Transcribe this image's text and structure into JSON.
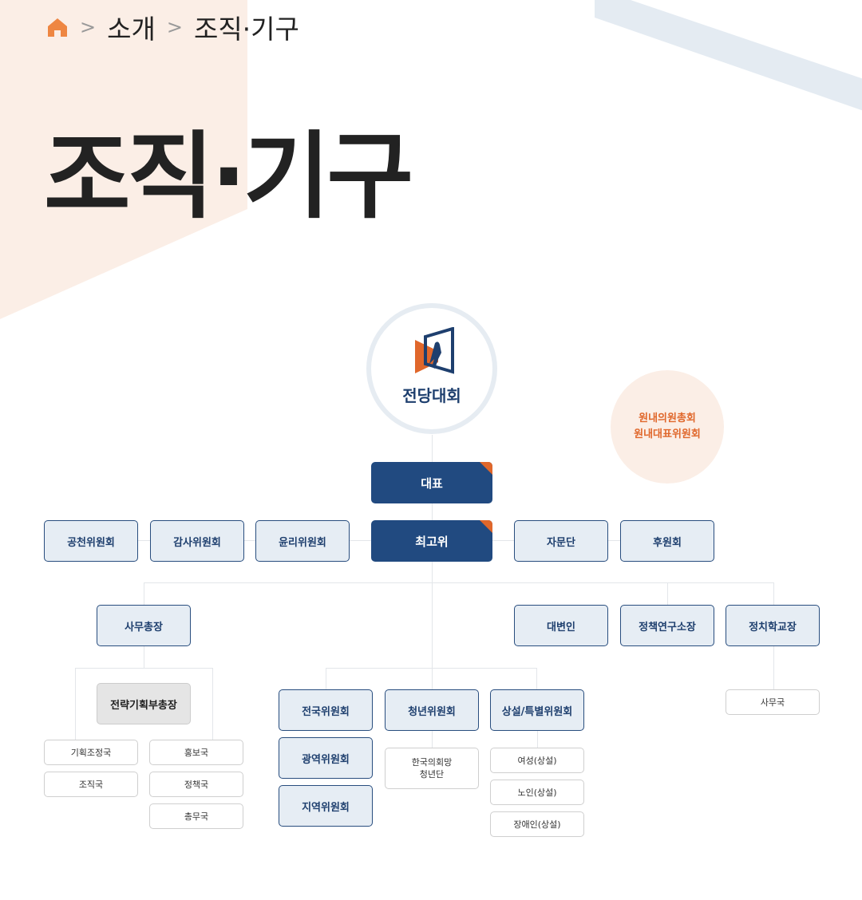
{
  "breadcrumb": {
    "items": [
      "소개",
      "조직·기구"
    ]
  },
  "page_title": "조직·기구",
  "top": {
    "assembly": "전당대회",
    "caucus_line1": "원내의원총회",
    "caucus_line2": "원내대표위원회"
  },
  "boxes": {
    "leader": "대표",
    "supreme": "최고위",
    "nomination": "공천위원회",
    "audit": "감사위원회",
    "ethics": "윤리위원회",
    "advisory": "자문단",
    "sponsor": "후원회",
    "secgen": "사무총장",
    "spokes": "대변인",
    "policy_inst": "정책연구소장",
    "politics_school": "정치학교장",
    "strategy": "전략기획부총장",
    "planning": "기획조정국",
    "organization": "조직국",
    "pr": "홍보국",
    "policy": "정책국",
    "general": "총무국",
    "national": "전국위원회",
    "regional": "광역위원회",
    "local": "지역위원회",
    "youth": "청년위원회",
    "youth_corps": "한국의회망\n청년단",
    "special": "상설/특별위원회",
    "women": "여성(상설)",
    "elderly": "노인(상설)",
    "disabled": "장애인(상설)",
    "secretariat": "사무국"
  }
}
